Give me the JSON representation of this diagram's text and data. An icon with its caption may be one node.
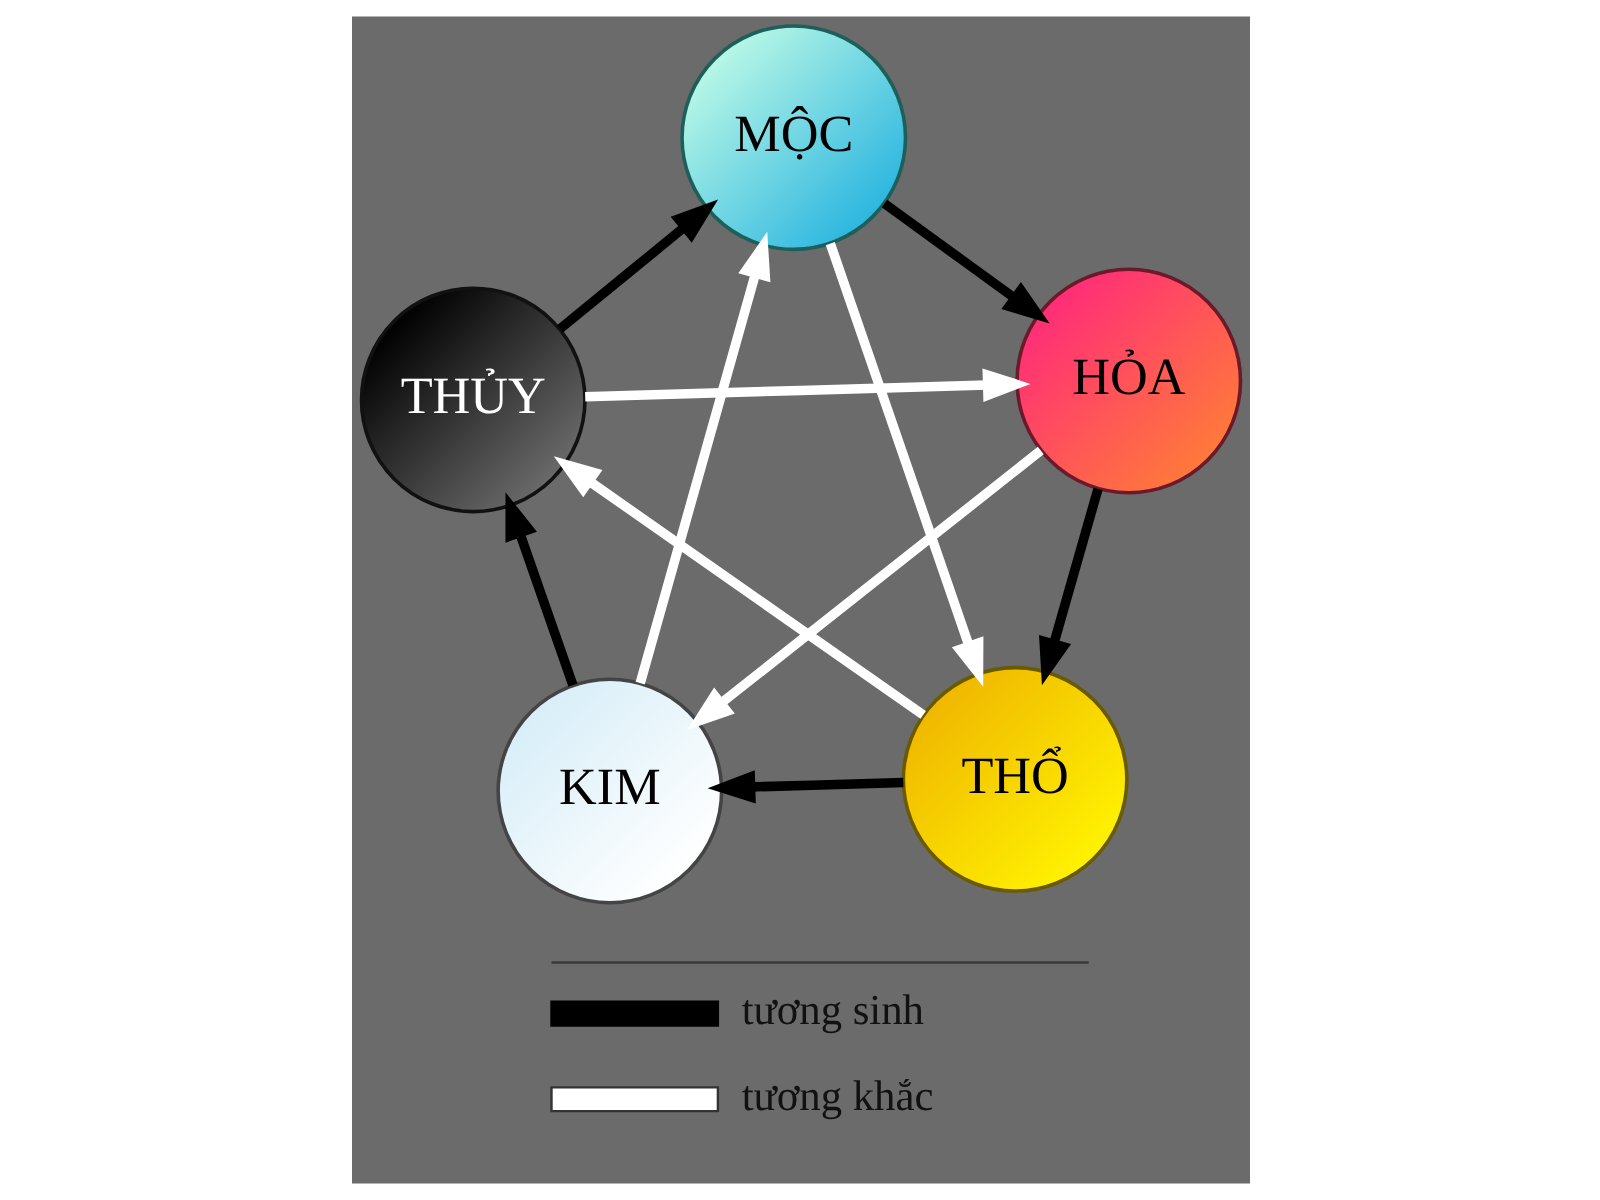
{
  "diagram": {
    "nodes": [
      {
        "text": [
          "MỘC"
        ]
      },
      {
        "text": [
          "THỦY"
        ]
      },
      {
        "text": [
          "HỎA"
        ]
      },
      {
        "text": [
          "KIM"
        ]
      },
      {
        "text": [
          "THỔ"
        ]
      }
    ],
    "edges": [
      {
        "from": 0,
        "to": 2,
        "arrow": "to",
        "color": "#000000"
      },
      {
        "from": 2,
        "to": 4,
        "arrow": "to",
        "color": "#000000"
      },
      {
        "from": 4,
        "to": 3,
        "arrow": "to",
        "color": "#000000"
      },
      {
        "from": 3,
        "to": 1,
        "arrow": "to",
        "color": "#000000"
      },
      {
        "from": 1,
        "to": 0,
        "arrow": "to",
        "color": "#000000"
      },
      {
        "from": 0,
        "to": 4,
        "arrow": "to",
        "color": "#ffffff"
      },
      {
        "from": 4,
        "to": 1,
        "arrow": "to",
        "color": "#ffffff"
      },
      {
        "from": 1,
        "to": 2,
        "arrow": "to",
        "color": "#ffffff"
      },
      {
        "from": 2,
        "to": 3,
        "arrow": "to",
        "color": "#ffffff"
      },
      {
        "from": 3,
        "to": 0,
        "arrow": "to",
        "color": "#ffffff"
      }
    ],
    "legend": [
      {
        "text": "tương sinh"
      },
      {
        "text": "tương khắc"
      }
    ]
  }
}
